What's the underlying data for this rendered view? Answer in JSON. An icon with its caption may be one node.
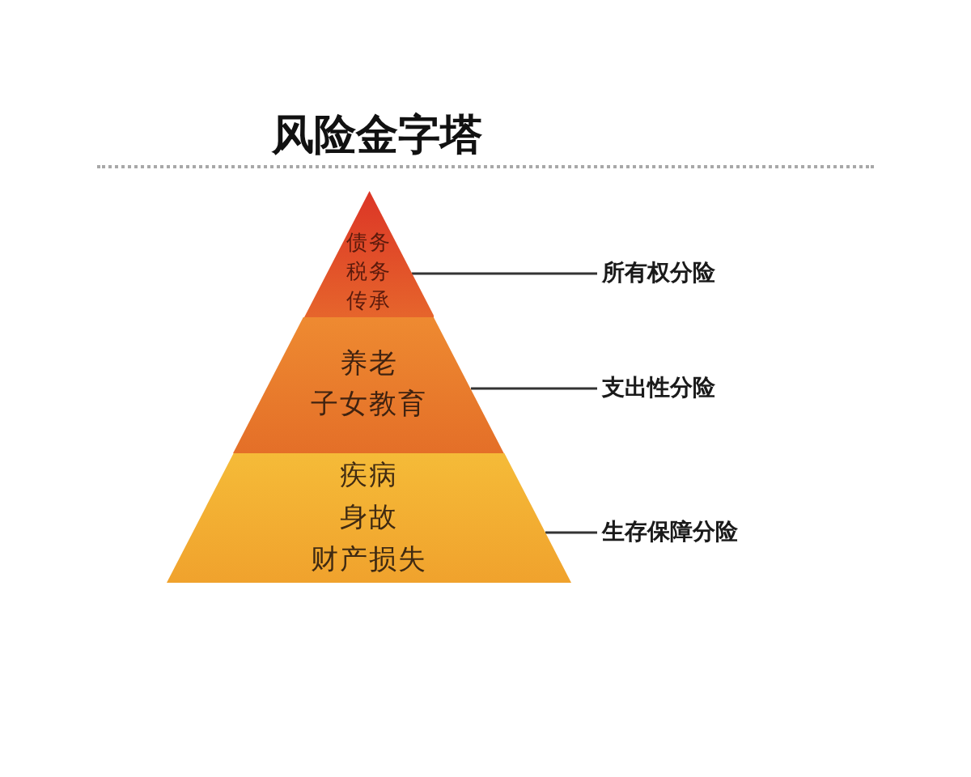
{
  "diagram": {
    "title": "风险金字塔",
    "nodes": [
      {
        "text": [
          "债务",
          "税务",
          "传承"
        ]
      },
      {
        "text": [
          "所有权分险"
        ]
      },
      {
        "text": [
          "养老",
          "子女教育"
        ]
      },
      {
        "text": [
          "支出性分险"
        ]
      },
      {
        "text": [
          "疾病",
          "身故",
          "财产损失"
        ]
      },
      {
        "text": [
          "生存保障分险"
        ]
      }
    ],
    "edges": [
      {
        "from": 1,
        "to": 0,
        "arrow": "none"
      },
      {
        "from": 3,
        "to": 2,
        "arrow": "none"
      },
      {
        "from": 5,
        "to": 4,
        "arrow": "none"
      }
    ]
  }
}
